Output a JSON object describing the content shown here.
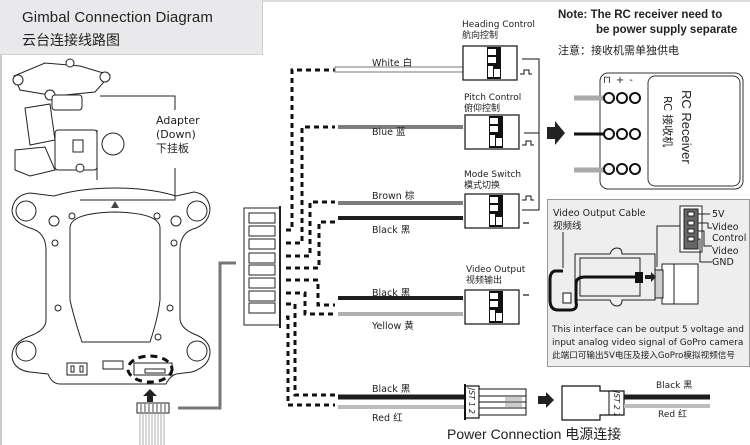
{
  "header": {
    "title_en": "Gimbal Connection Diagram",
    "title_zh": "云台连接线路图"
  },
  "note": {
    "line1": "Note:  The RC receiver need  to",
    "line2": "be  power supply separate",
    "zh": "注意：接收机需单独供电"
  },
  "gimbal": {
    "adapter_label_en_1": "Adapter",
    "adapter_label_en_2": "(Down)",
    "adapter_label_zh": "下挂板"
  },
  "connectors": [
    {
      "id": "heading",
      "title_en": "Heading Control",
      "title_zh": "航向控制",
      "signal": "pwm"
    },
    {
      "id": "pitch",
      "title_en": "Pitch Control",
      "title_zh": "俯仰控制",
      "signal": "pwm"
    },
    {
      "id": "mode",
      "title_en": "Mode Switch",
      "title_zh": "模式切换",
      "signal": "pwm"
    },
    {
      "id": "video",
      "title_en": "Video Output",
      "title_zh": "视频输出",
      "signal": "ground"
    }
  ],
  "wires": {
    "white": "White 白",
    "blue": "Blue 蓝",
    "brown": "Brown 棕",
    "black_mode": "Black 黑",
    "black_video": "Black 黑",
    "yellow": "Yellow 黄",
    "black_power": "Black 黑",
    "red_power": "Red 红",
    "black_power_out": "Black 黑",
    "red_power_out": "Red 红"
  },
  "colors": {
    "white_wire": "#ffffff",
    "blue_wire": "#7d7d7d",
    "brown_wire": "#7d7d7d",
    "black_wire": "#1e1e1e",
    "yellow_wire": "#b0b0b0",
    "red_wire": "#bdbdbd",
    "panel_bg": "#eeeeef",
    "title_bg": "#e9e9eb"
  },
  "receiver": {
    "label_en": "RC Receiver",
    "label_zh": "RC 接收机",
    "pin_labels": [
      "⊓",
      "+",
      "-"
    ]
  },
  "video_cable": {
    "title_en": "Video Output Cable",
    "title_zh": "视频线",
    "pins": [
      "5V",
      "Video Control",
      "Video",
      "GND"
    ],
    "pin_5v": "5V",
    "pin_video_ctrl_1": "Video",
    "pin_video_ctrl_2": "Control",
    "pin_video": "Video",
    "pin_gnd": "GND",
    "desc_en_1": "This interface can be output 5 voltage and",
    "desc_en_2": "input analog video signal of GoPro camera",
    "desc_zh": "此端口可输出5V电压及接入GoPro模拟视频信号"
  },
  "power": {
    "title": "Power Connection  电源连接",
    "jst_label": "JST",
    "pin1": "1",
    "pin2": "2"
  }
}
